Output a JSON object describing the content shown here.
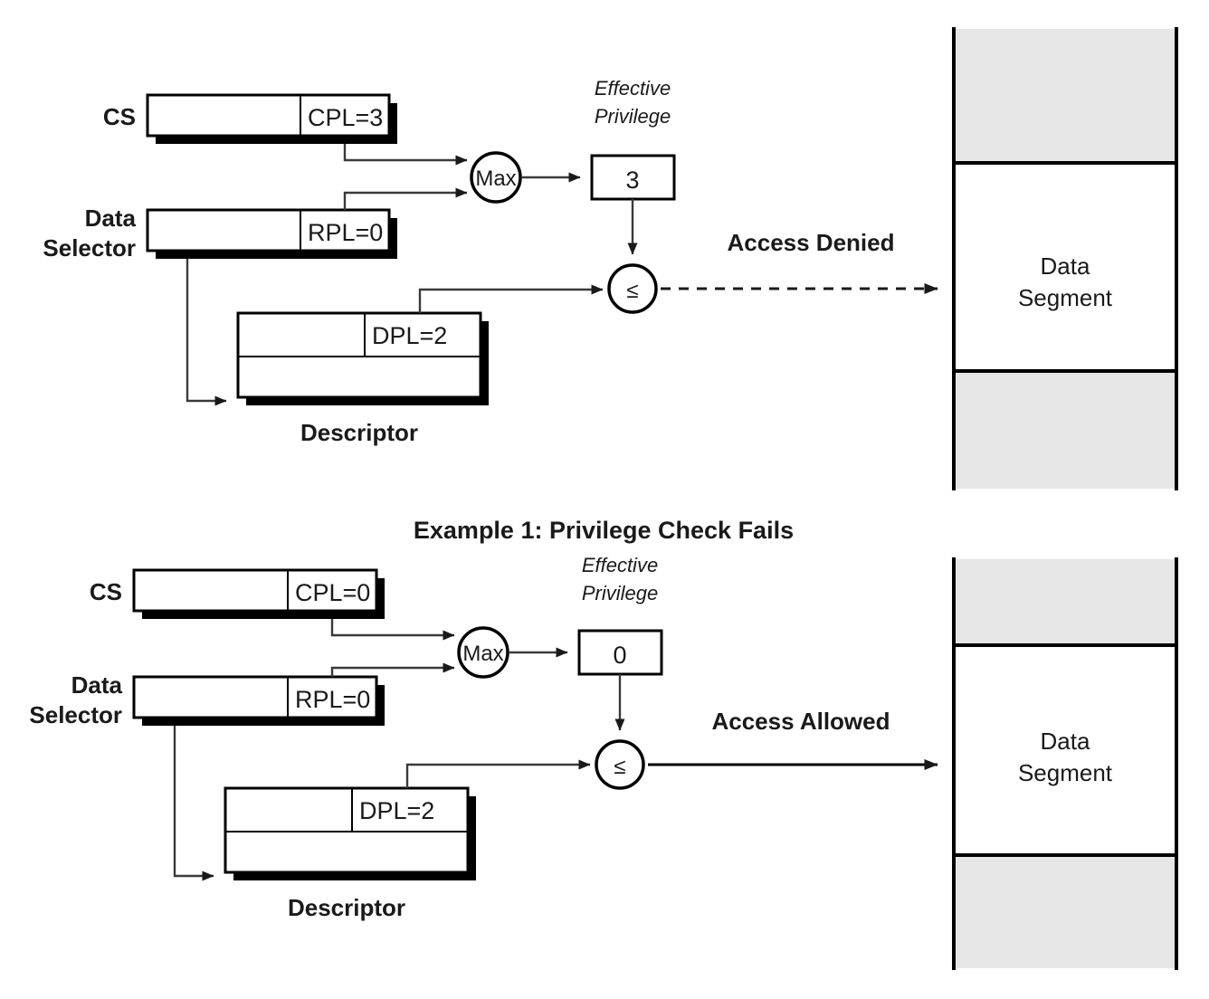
{
  "page": {
    "title": "x86 Privilege Check Diagrams",
    "background_color": "#ffffff",
    "ink_color": "#1a1a1a",
    "memory_band_color": "#e6e6e6"
  },
  "caption": {
    "text": "Example 1: Privilege Check Fails"
  },
  "examples": [
    {
      "id": "example-1",
      "cs": {
        "label": "CS",
        "field_value": "CPL=3"
      },
      "selector": {
        "label_line1": "Data",
        "label_line2": "Selector",
        "field_value": "RPL=0"
      },
      "descriptor": {
        "label": "Descriptor",
        "field_value": "DPL=2"
      },
      "max_node": {
        "label": "Max"
      },
      "effective_privilege": {
        "title_line1": "Effective",
        "title_line2": "Privilege",
        "value": "3"
      },
      "compare_node": {
        "label": "≤"
      },
      "result": {
        "label": "Access Denied",
        "arrow_style": "dashed"
      },
      "memory": {
        "label_line1": "Data",
        "label_line2": "Segment"
      }
    },
    {
      "id": "example-2",
      "cs": {
        "label": "CS",
        "field_value": "CPL=0"
      },
      "selector": {
        "label_line1": "Data",
        "label_line2": "Selector",
        "field_value": "RPL=0"
      },
      "descriptor": {
        "label": "Descriptor",
        "field_value": "DPL=2"
      },
      "max_node": {
        "label": "Max"
      },
      "effective_privilege": {
        "title_line1": "Effective",
        "title_line2": "Privilege",
        "value": "0"
      },
      "compare_node": {
        "label": "≤"
      },
      "result": {
        "label": "Access Allowed",
        "arrow_style": "solid"
      },
      "memory": {
        "label_line1": "Data",
        "label_line2": "Segment"
      }
    }
  ]
}
